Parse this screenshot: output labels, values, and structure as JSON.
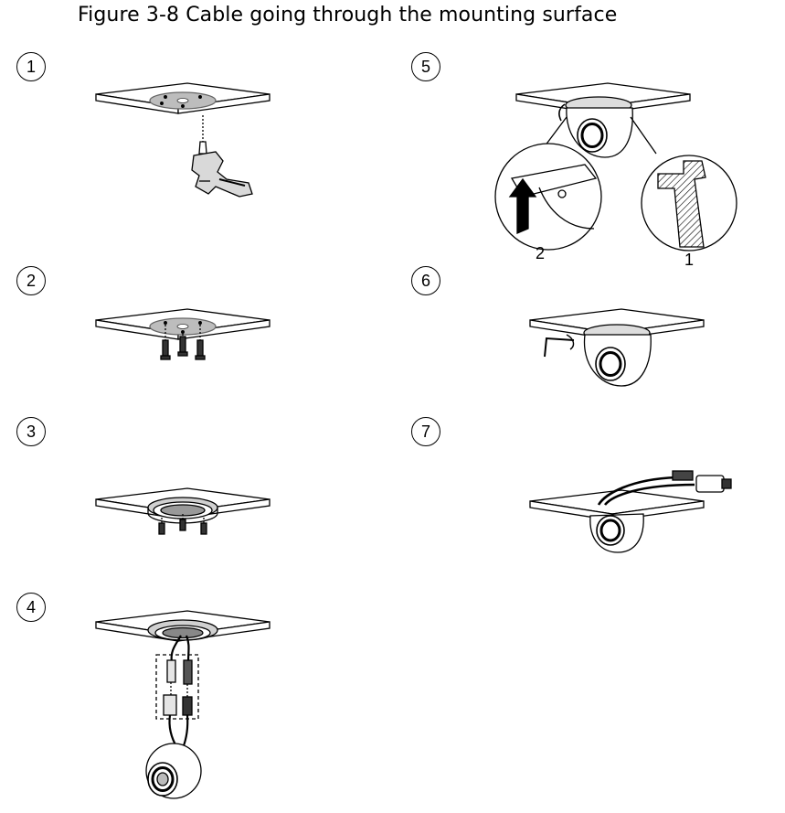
{
  "figure": {
    "caption": "Figure 3-8 Cable going through the mounting surface"
  },
  "steps": [
    {
      "number": "1",
      "illustration": "drill-holes"
    },
    {
      "number": "2",
      "illustration": "insert-expansion-bolts"
    },
    {
      "number": "3",
      "illustration": "fix-mount-base"
    },
    {
      "number": "4",
      "illustration": "connect-cables"
    },
    {
      "number": "5",
      "illustration": "align-and-rotate-camera"
    },
    {
      "number": "6",
      "illustration": "tighten-screw"
    },
    {
      "number": "7",
      "illustration": "installed-camera"
    }
  ],
  "step5_callouts": {
    "left": "2",
    "right": "1"
  }
}
